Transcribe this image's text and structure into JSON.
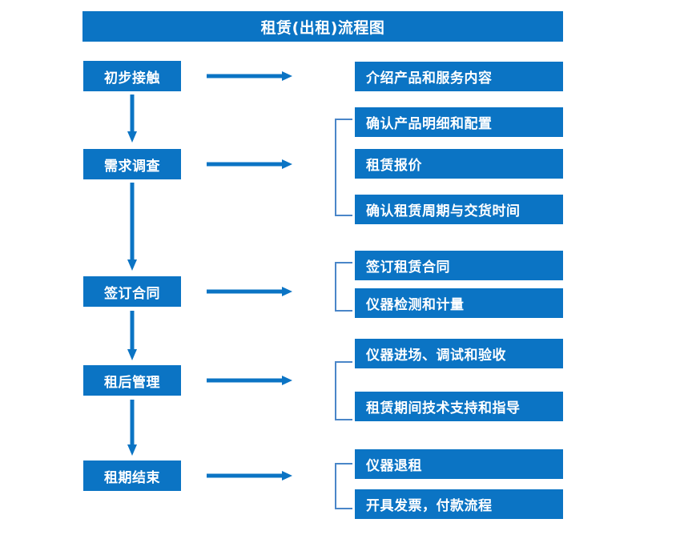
{
  "title": "租赁(出租)流程图",
  "colors": {
    "box_blue": "#0B74C4",
    "bracket_blue": "#4A86C8",
    "arrow_blue": "#0B74C4",
    "text_white": "#FFFFFF",
    "background": "#FFFFFF"
  },
  "stages": [
    {
      "label": "初步接触"
    },
    {
      "label": "需求调查"
    },
    {
      "label": "签订合同"
    },
    {
      "label": "租后管理"
    },
    {
      "label": "租期结束"
    }
  ],
  "details": [
    {
      "label": "介绍产品和服务内容"
    },
    {
      "label": "确认产品明细和配置"
    },
    {
      "label": "租赁报价"
    },
    {
      "label": "确认租赁周期与交货时间"
    },
    {
      "label": "签订租赁合同"
    },
    {
      "label": "仪器检测和计量"
    },
    {
      "label": "仪器进场、调试和验收"
    },
    {
      "label": "租赁期间技术支持和指导"
    },
    {
      "label": "仪器退租"
    },
    {
      "label": "开具发票，付款流程"
    }
  ],
  "icons": {
    "arrow_right": "arrow-right-icon",
    "arrow_down": "arrow-down-icon",
    "bracket": "group-bracket-icon"
  },
  "chart_data": {
    "type": "diagram",
    "title": "租赁(出租)流程图",
    "orientation": "vertical-with-branches",
    "nodes": [
      {
        "id": "s1",
        "label": "初步接触",
        "column": "stage",
        "order": 1
      },
      {
        "id": "s2",
        "label": "需求调查",
        "column": "stage",
        "order": 2
      },
      {
        "id": "s3",
        "label": "签订合同",
        "column": "stage",
        "order": 3
      },
      {
        "id": "s4",
        "label": "租后管理",
        "column": "stage",
        "order": 4
      },
      {
        "id": "s5",
        "label": "租期结束",
        "column": "stage",
        "order": 5
      },
      {
        "id": "d1",
        "label": "介绍产品和服务内容",
        "column": "detail",
        "parent": "s1"
      },
      {
        "id": "d2",
        "label": "确认产品明细和配置",
        "column": "detail",
        "parent": "s2"
      },
      {
        "id": "d3",
        "label": "租赁报价",
        "column": "detail",
        "parent": "s2"
      },
      {
        "id": "d4",
        "label": "确认租赁周期与交货时间",
        "column": "detail",
        "parent": "s2"
      },
      {
        "id": "d5",
        "label": "签订租赁合同",
        "column": "detail",
        "parent": "s3"
      },
      {
        "id": "d6",
        "label": "仪器检测和计量",
        "column": "detail",
        "parent": "s3"
      },
      {
        "id": "d7",
        "label": "仪器进场、调试和验收",
        "column": "detail",
        "parent": "s4"
      },
      {
        "id": "d8",
        "label": "租赁期间技术支持和指导",
        "column": "detail",
        "parent": "s4"
      },
      {
        "id": "d9",
        "label": "仪器退租",
        "column": "detail",
        "parent": "s5"
      },
      {
        "id": "d10",
        "label": "开具发票，付款流程",
        "column": "detail",
        "parent": "s5"
      }
    ],
    "edges": [
      {
        "from": "s1",
        "to": "s2",
        "type": "down-arrow"
      },
      {
        "from": "s2",
        "to": "s3",
        "type": "down-arrow"
      },
      {
        "from": "s3",
        "to": "s4",
        "type": "down-arrow"
      },
      {
        "from": "s4",
        "to": "s5",
        "type": "down-arrow"
      },
      {
        "from": "s1",
        "to": "d1",
        "type": "right-arrow"
      },
      {
        "from": "s2",
        "to": "d2",
        "type": "right-arrow"
      },
      {
        "from": "s3",
        "to": "d5",
        "type": "right-arrow"
      },
      {
        "from": "s4",
        "to": "d7",
        "type": "right-arrow"
      },
      {
        "from": "s5",
        "to": "d9",
        "type": "right-arrow"
      }
    ]
  }
}
